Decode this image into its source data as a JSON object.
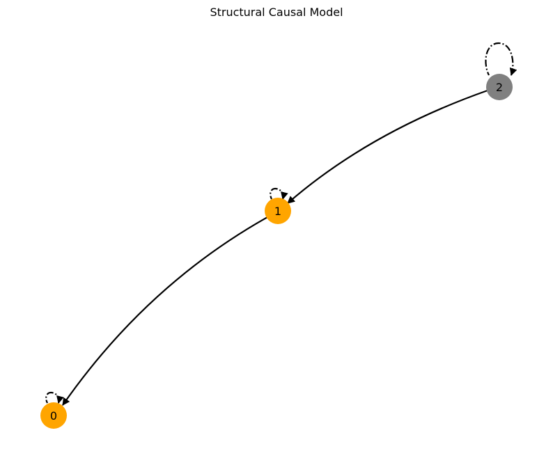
{
  "title": "Structural Causal Model",
  "colors": {
    "observed": "#FFA500",
    "latent": "#808080",
    "edge": "#000000"
  },
  "nodes": [
    {
      "id": "0",
      "label": "0",
      "color": "#FFA500"
    },
    {
      "id": "1",
      "label": "1",
      "color": "#FFA500"
    },
    {
      "id": "2",
      "label": "2",
      "color": "#808080"
    }
  ],
  "edges": [
    {
      "from": "2",
      "to": "1",
      "style": "solid"
    },
    {
      "from": "1",
      "to": "0",
      "style": "solid"
    },
    {
      "from": "0",
      "to": "0",
      "style": "dash-dot"
    },
    {
      "from": "1",
      "to": "1",
      "style": "dash-dot"
    },
    {
      "from": "2",
      "to": "2",
      "style": "dash-dot"
    }
  ]
}
